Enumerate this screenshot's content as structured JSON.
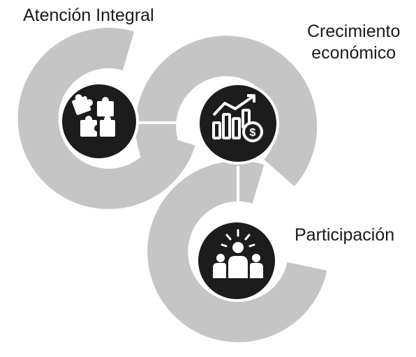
{
  "colors": {
    "ring": "#c5c5c5",
    "node_fill": "#1c1c1c",
    "node_border": "#ffffff",
    "icon": "#ffffff",
    "connector": "#ffffff",
    "text": "#1a1a1a"
  },
  "nodes": [
    {
      "id": "atencion",
      "label_lines": [
        "Atención Integral"
      ],
      "icon": "puzzle-icon"
    },
    {
      "id": "crecimiento",
      "label_lines": [
        "Crecimiento",
        "económico"
      ],
      "icon": "growth-chart-dollar-icon"
    },
    {
      "id": "participacion",
      "label_lines": [
        "Participación"
      ],
      "icon": "people-group-icon"
    }
  ]
}
